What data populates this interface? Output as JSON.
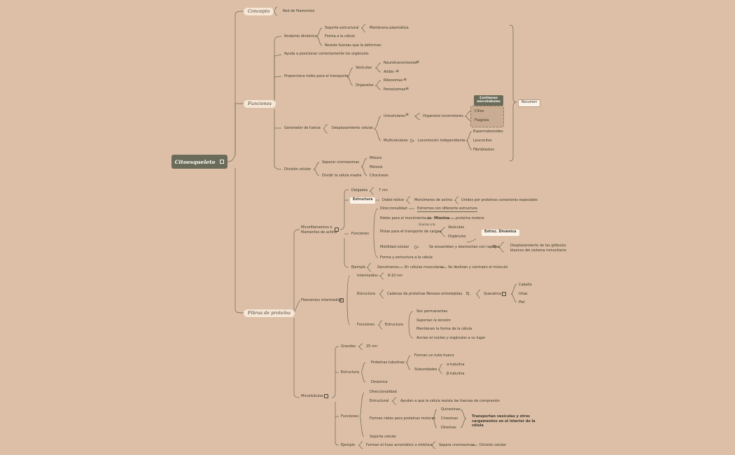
{
  "root": "Citoesqueleto",
  "icons": {
    "external": "external-link-icon",
    "equals": "equals-icon"
  },
  "colors": {
    "background": "#dcbfa6",
    "root": "#6a6b58",
    "pill": "#f6e6d6",
    "line": "#6b6650"
  },
  "concepto": {
    "label": "Concepto",
    "value": "Red de filamentos"
  },
  "funciones": {
    "label": "Funciones",
    "andamio": {
      "label": "Andamio dinámico",
      "items": [
        "Soporte estructural",
        "Forma a la célula",
        "Resiste fuerzas que la deforman"
      ],
      "membrana": "Membrana plasmática"
    },
    "posicionar": "Ayuda a posicionar correctamente los orgánulos",
    "rieles": {
      "label": "Proporciona rieles para el transporte",
      "vesiculas": "Vesículas",
      "vesiculas_items": [
        "Neurotransmisores",
        "Allilén"
      ],
      "organelos": "Organelos",
      "organelos_items": [
        "Ribosomas",
        "Peroxisomas"
      ]
    },
    "fuerza": {
      "label": "Generador de fuerza",
      "desplazamiento": "Desplazamiento celular",
      "unicelulares": "Unicelulares",
      "organelos_loc": "Organelos locomotores",
      "contienen": "Contienen microtúbulos",
      "cilios": "Cilios",
      "flagelos": "Flagelos",
      "multicelulares": "Multicelulares",
      "locomocion": "Locomoción independiente",
      "celulas": [
        "Espermatozoides",
        "Leucocitos",
        "Fibroblastos"
      ]
    },
    "division": {
      "label": "División celular",
      "separar": "Separar cromosomas",
      "dividir": "Dividir la célula madre",
      "items": [
        "Mitosis",
        "Meiosis",
        "Citocinesis"
      ]
    },
    "resumen": "Resumen"
  },
  "fibras": {
    "label": "Fibras de proteína",
    "micro": {
      "label": "Microfilamentos o filamentos de actina",
      "estructura": "Estructura",
      "delgados": "Delgados",
      "nm": "7 nm",
      "doble": "Doble hélice",
      "monomeros": "Monómeros de actina",
      "unidos": "Unidos por proteínas conectoras especiales",
      "funciones": "Funciones",
      "direccionalidad": "Direccionalidad",
      "extremos": "Extremos con diferente estructura",
      "rieles": "Rieles para el movimiento de",
      "miosina": "Miosina",
      "proteina_motora": "proteína motora",
      "gracias": "Gracias a la",
      "pistas": "Pistas para el transporte de cargas",
      "vesiculas": "Vesículas",
      "organelos": "Orgánulos",
      "estruc_dinamica": "Estruc. Dinámica",
      "motilidad": "Motilidad celular",
      "ensamblan": "Se ensamblan y desmontan con rapidez",
      "ej": "Ej.",
      "desplazamiento": "Desplazamiento de los glóbulos blancos del sistema inmunitario",
      "forma": "Forma y estructura a la célula",
      "ejemplo": "Ejemplo",
      "sarcomeros": "Sarcómeros",
      "celulas_musc": "En células musculares",
      "deslizan": "Se deslizan y contraen el músculo"
    },
    "inter": {
      "label": "Filamentos intermedios",
      "intermedios": "Intermedios",
      "nm": "8-10 nm",
      "estructura": "Estructura",
      "cadenas": "Cadenas de proteínas fibrosas entretejidas",
      "ej": "Ej.",
      "queratina": "Queratina",
      "queratina_items": [
        "Cabello",
        "Uñas",
        "Piel"
      ],
      "funciones": "Funciones",
      "func_estructura": "Estructura",
      "func_items": [
        "Son permanentes",
        "Soportan la tensión",
        "Mantienen la forma de la célula",
        "Anclan el núcleo y orgánulos a su lugar"
      ]
    },
    "tubulos": {
      "label": "Microtúbulos",
      "grandes": "Grandes",
      "nm": "25 nm",
      "estructura": "Estructura",
      "tubulinas": "Proteínas tubulinas",
      "tubo": "Forman un tubo hueco",
      "subunidades": "Subunidades",
      "sub_items": [
        "α-tubulina",
        "β-tubulina"
      ],
      "dinamica": "Dinámica",
      "funciones": "Funciones",
      "direccionalidad": "Direccionalidad",
      "f_estructural": "Estructural",
      "ayudan": "Ayudan a que la célula resista las fuerzas de compresión",
      "rieles": "Forman rieles para proteínas motoras",
      "motoras": [
        "Quinesinas",
        "Cinesinas",
        "Dineínas"
      ],
      "transportan": "Transportan vesículas y otros cargamentos en el interior de la célula",
      "soporte": "Soporte celular",
      "ejemplo": "Ejemplo",
      "huso": "Forman el huso acromático o mitótico",
      "separa": "Separa cromosomas",
      "division": "División celular"
    }
  }
}
